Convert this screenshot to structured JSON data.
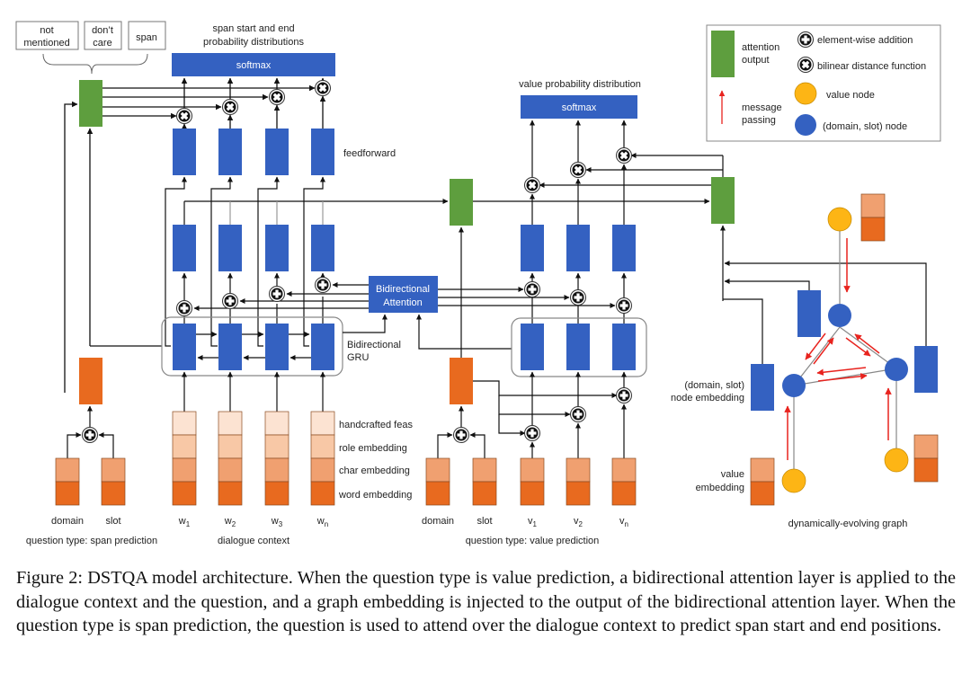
{
  "figure": {
    "top_options": [
      "not mentioned",
      "don't care",
      "span"
    ],
    "span_softmax_title": "span start and end probability distributions",
    "value_softmax_title": "value probability distribution",
    "softmax_label": "softmax",
    "feedforward_label": "feedforward",
    "bidirectional_attention_label": "Bidirectional Attention",
    "bidirectional_gru_label": "Bidirectional GRU",
    "embedding_layers": [
      "handcrafted feas",
      "role embedding",
      "char embedding",
      "word embedding"
    ],
    "span_question_inputs": [
      "domain",
      "slot"
    ],
    "span_question_caption": "question type: span prediction",
    "dialogue_tokens": [
      "w1",
      "w2",
      "w3",
      "wn"
    ],
    "dialogue_caption": "dialogue context",
    "value_question_inputs": [
      "domain",
      "slot",
      "v1",
      "v2",
      "vn"
    ],
    "value_question_caption": "question type: value prediction",
    "graph": {
      "node_embedding_label": "(domain, slot) node embedding",
      "value_embedding_label": "value embedding",
      "caption": "dynamically-evolving graph"
    },
    "legend": {
      "attention_output": "attention output",
      "message_passing": "message passing",
      "element_wise_addition": "element-wise addition",
      "bilinear_distance": "bilinear distance function",
      "value_node": "value node",
      "domain_slot_node": "(domain, slot) node"
    },
    "colors": {
      "blue": "#3461C1",
      "green": "#5E9E3E",
      "orange_dark": "#E86A1F",
      "orange_mid": "#F0A070",
      "orange_light": "#F8C8A6",
      "orange_pale": "#FCE3D2",
      "yellow": "#FDB515",
      "red": "#E8231E"
    }
  },
  "caption": "Figure 2: DSTQA model architecture. When the question type is value prediction, a bidirectional attention layer is applied to the dialogue context and the question, and a graph embedding is injected to the output of the bidirectional attention layer. When the question type is span prediction, the question is used to attend over the dialogue context to predict span start and end positions."
}
